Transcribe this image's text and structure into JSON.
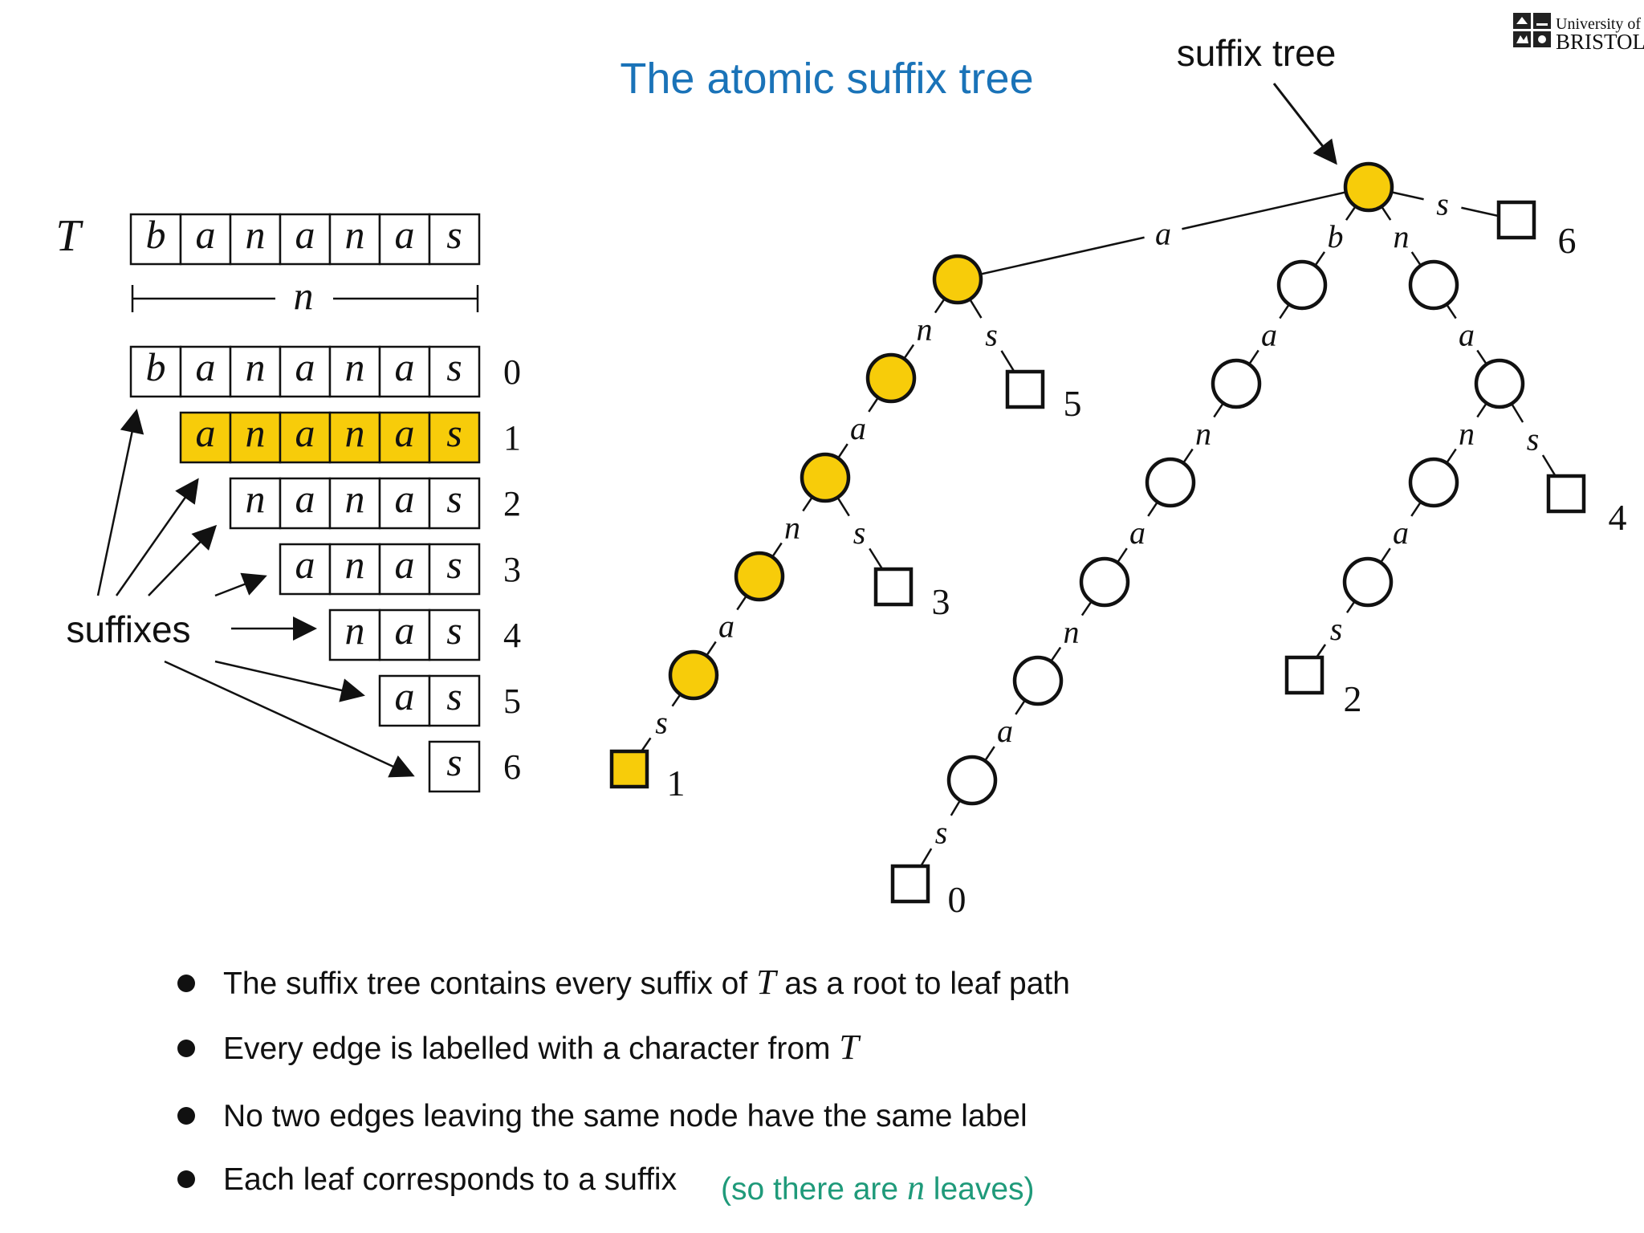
{
  "title": "The atomic suffix tree",
  "logo": {
    "line1": "University of",
    "line2": "BRISTOL"
  },
  "callout_label": "suffix tree",
  "text_label": "T",
  "text_chars": [
    "b",
    "a",
    "n",
    "a",
    "n",
    "a",
    "s"
  ],
  "length_label": "n",
  "suffixes_label": "suffixes",
  "suffix_rows": [
    {
      "chars": [
        "b",
        "a",
        "n",
        "a",
        "n",
        "a",
        "s"
      ],
      "index": "0",
      "highlight": false
    },
    {
      "chars": [
        "a",
        "n",
        "a",
        "n",
        "a",
        "s"
      ],
      "index": "1",
      "highlight": true
    },
    {
      "chars": [
        "n",
        "a",
        "n",
        "a",
        "s"
      ],
      "index": "2",
      "highlight": false
    },
    {
      "chars": [
        "a",
        "n",
        "a",
        "s"
      ],
      "index": "3",
      "highlight": false
    },
    {
      "chars": [
        "n",
        "a",
        "s"
      ],
      "index": "4",
      "highlight": false
    },
    {
      "chars": [
        "a",
        "s"
      ],
      "index": "5",
      "highlight": false
    },
    {
      "chars": [
        "s"
      ],
      "index": "6",
      "highlight": false
    }
  ],
  "tree": {
    "edges": [
      {
        "from": "root",
        "to": "a1",
        "label": "a"
      },
      {
        "from": "root",
        "to": "b1",
        "label": "b"
      },
      {
        "from": "root",
        "to": "n1",
        "label": "n"
      },
      {
        "from": "root",
        "to": "leaf6",
        "label": "s"
      },
      {
        "from": "a1",
        "to": "an",
        "label": "n"
      },
      {
        "from": "a1",
        "to": "leaf5",
        "label": "s"
      },
      {
        "from": "an",
        "to": "ana",
        "label": "a"
      },
      {
        "from": "ana",
        "to": "anan",
        "label": "n"
      },
      {
        "from": "ana",
        "to": "leaf3",
        "label": "s"
      },
      {
        "from": "anan",
        "to": "anana",
        "label": "a"
      },
      {
        "from": "anana",
        "to": "leaf1",
        "label": "s"
      },
      {
        "from": "b1",
        "to": "ba",
        "label": "a"
      },
      {
        "from": "ba",
        "to": "ban",
        "label": "n"
      },
      {
        "from": "ban",
        "to": "bana",
        "label": "a"
      },
      {
        "from": "bana",
        "to": "banan",
        "label": "n"
      },
      {
        "from": "banan",
        "to": "banana",
        "label": "a"
      },
      {
        "from": "banana",
        "to": "leaf0",
        "label": "s"
      },
      {
        "from": "n1",
        "to": "na",
        "label": "a"
      },
      {
        "from": "na",
        "to": "nan",
        "label": "n"
      },
      {
        "from": "na",
        "to": "leaf4",
        "label": "s"
      },
      {
        "from": "nan",
        "to": "nana",
        "label": "a"
      },
      {
        "from": "nana",
        "to": "leaf2",
        "label": "s"
      }
    ],
    "highlighted_nodes": [
      "root",
      "a1",
      "an",
      "ana",
      "anan",
      "anana",
      "leaf1"
    ],
    "leaf_labels": {
      "leaf0": "0",
      "leaf1": "1",
      "leaf2": "2",
      "leaf3": "3",
      "leaf4": "4",
      "leaf5": "5",
      "leaf6": "6"
    }
  },
  "bullets": [
    {
      "before": "The suffix tree contains every suffix of ",
      "math": "T",
      "after": " as a root to leaf path"
    },
    {
      "before": "Every edge is labelled with a character from ",
      "math": "T",
      "after": ""
    },
    {
      "before": "No two edges leaving the same node have the same label",
      "math": "",
      "after": ""
    },
    {
      "before": "Each leaf corresponds to a suffix",
      "math": "",
      "after": ""
    }
  ],
  "note": {
    "before": "(so there are ",
    "math": "n",
    "after": " leaves)"
  },
  "colors": {
    "highlight": "#f7cc0a",
    "title": "#1a73b8",
    "note": "#1f9a7a",
    "ink": "#111111"
  }
}
